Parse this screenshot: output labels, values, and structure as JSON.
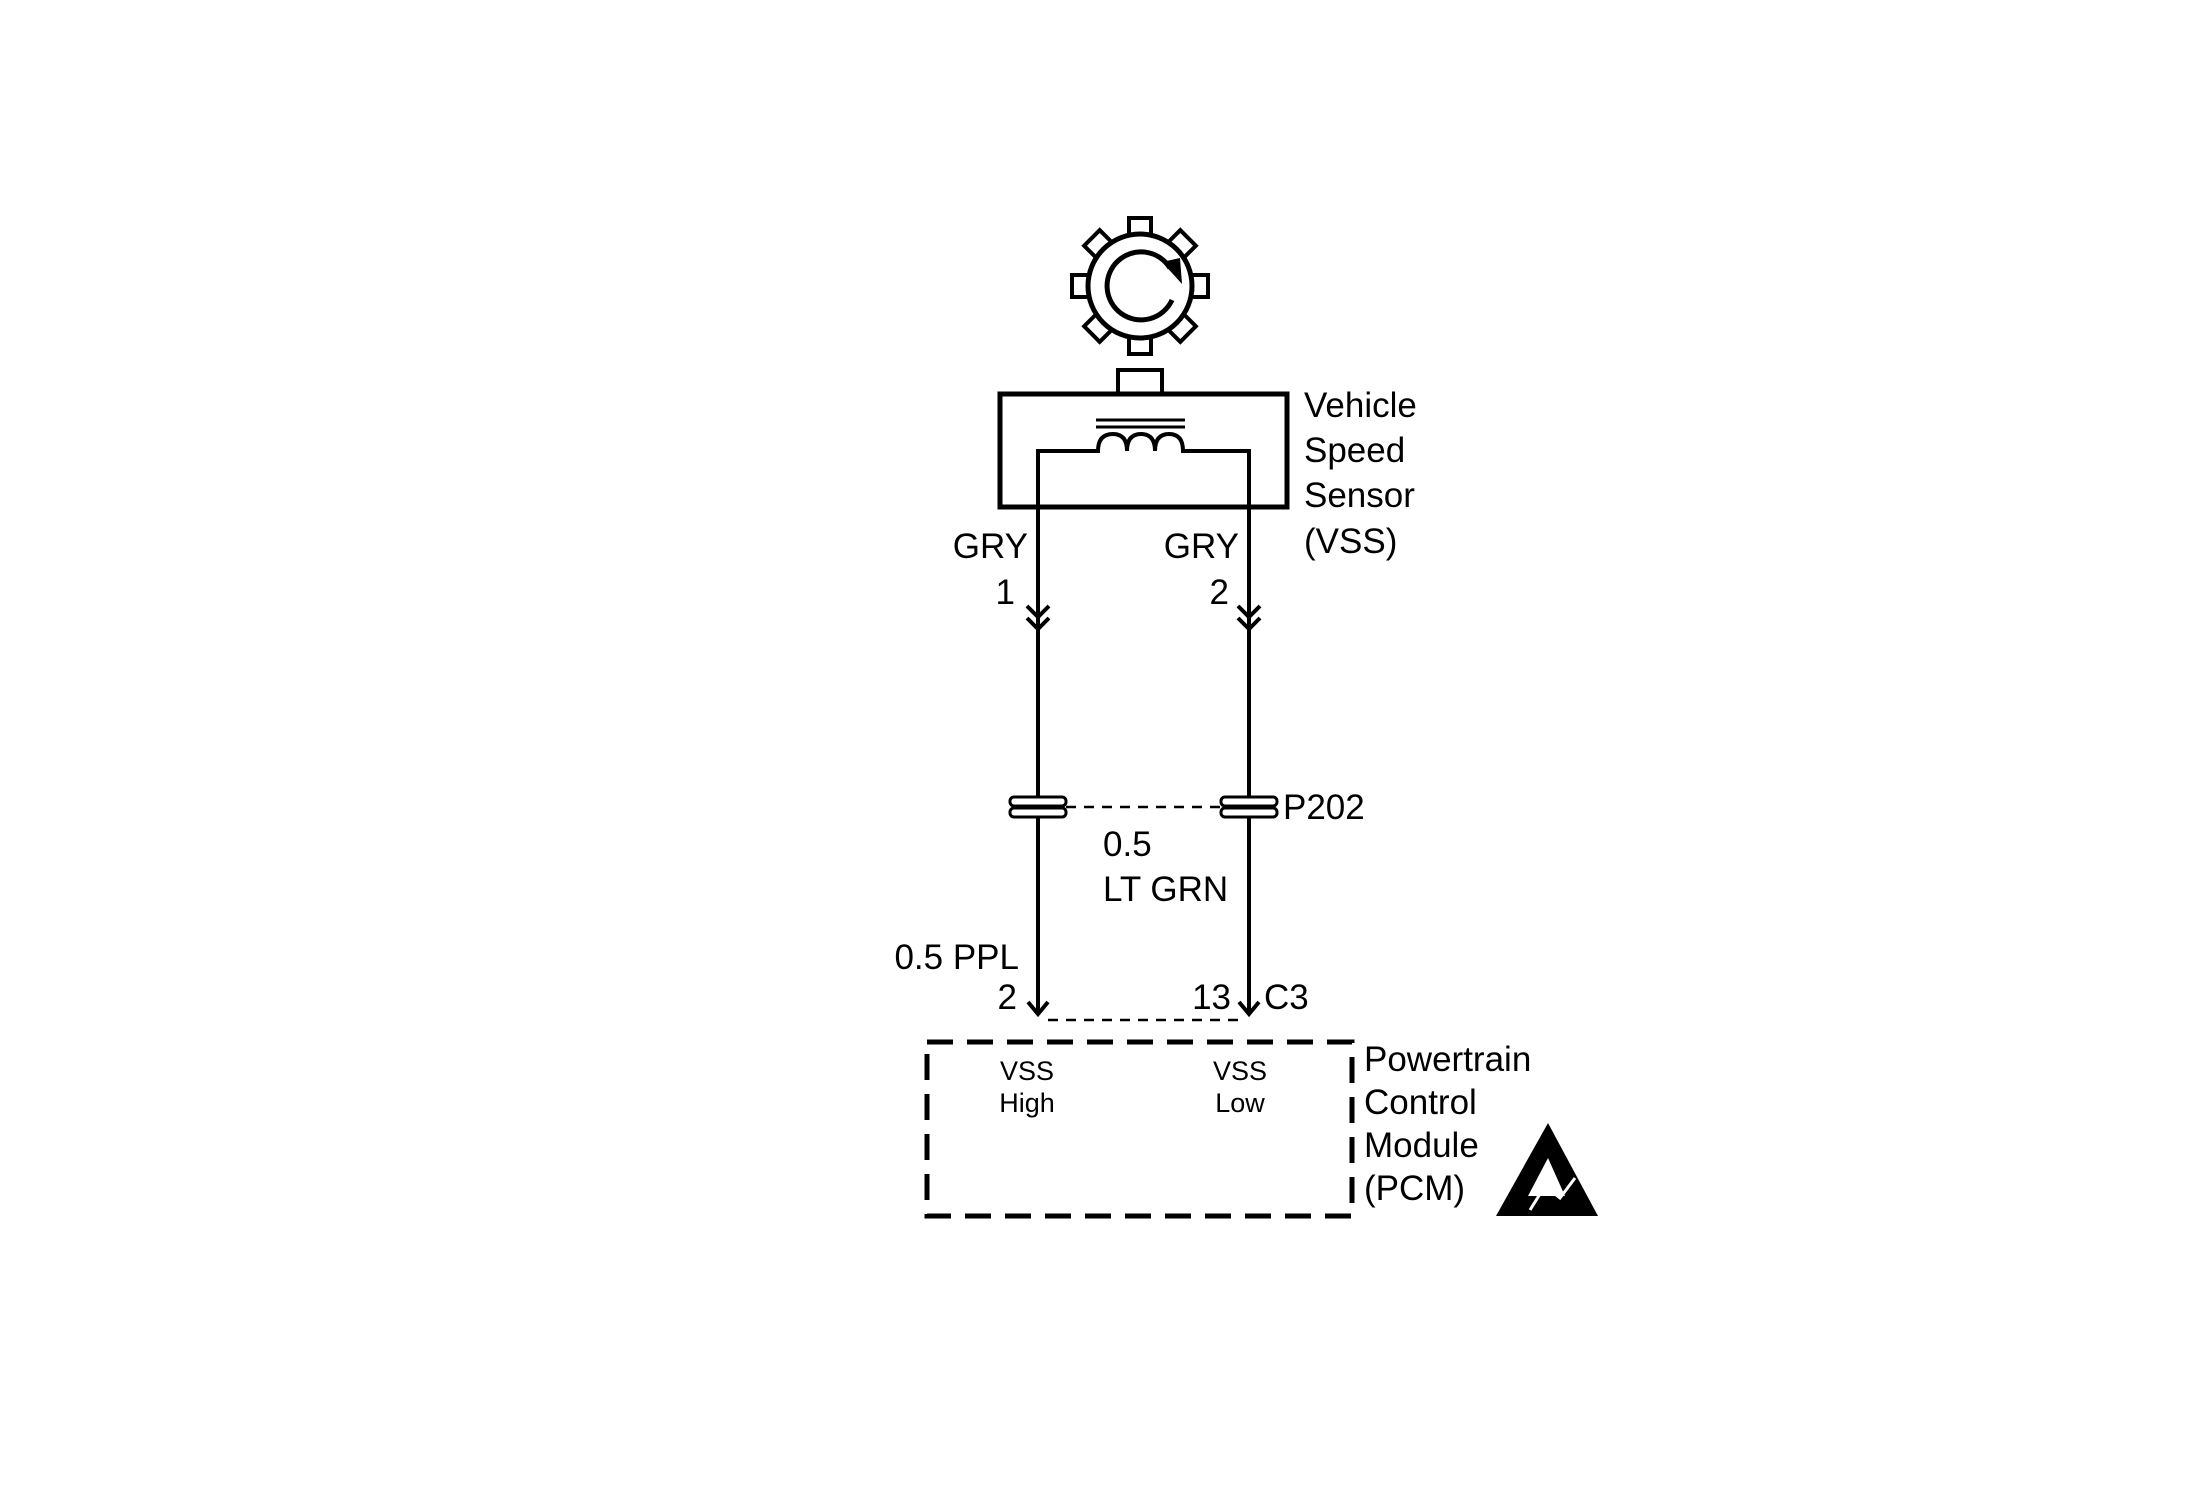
{
  "vss": {
    "name_line1": "Vehicle",
    "name_line2": "Speed",
    "name_line3": "Sensor",
    "name_line4": "(VSS)"
  },
  "wires_upper": [
    {
      "color": "GRY",
      "pin": "1"
    },
    {
      "color": "GRY",
      "pin": "2"
    }
  ],
  "connector": {
    "id": "P202"
  },
  "wires_lower": [
    {
      "gauge_color": "0.5 PPL",
      "pin": "2"
    },
    {
      "gauge": "0.5",
      "color": "LT GRN",
      "pin": "13"
    }
  ],
  "pcm_connector": "C3",
  "pcm": {
    "name_line1": "Powertrain",
    "name_line2": "Control",
    "name_line3": "Module",
    "name_line4": "(PCM)",
    "terminals": [
      {
        "line1": "VSS",
        "line2": "High"
      },
      {
        "line1": "VSS",
        "line2": "Low"
      }
    ]
  },
  "icons": [
    "reluctor-wheel-icon",
    "coil-icon",
    "esd-warning-icon"
  ]
}
